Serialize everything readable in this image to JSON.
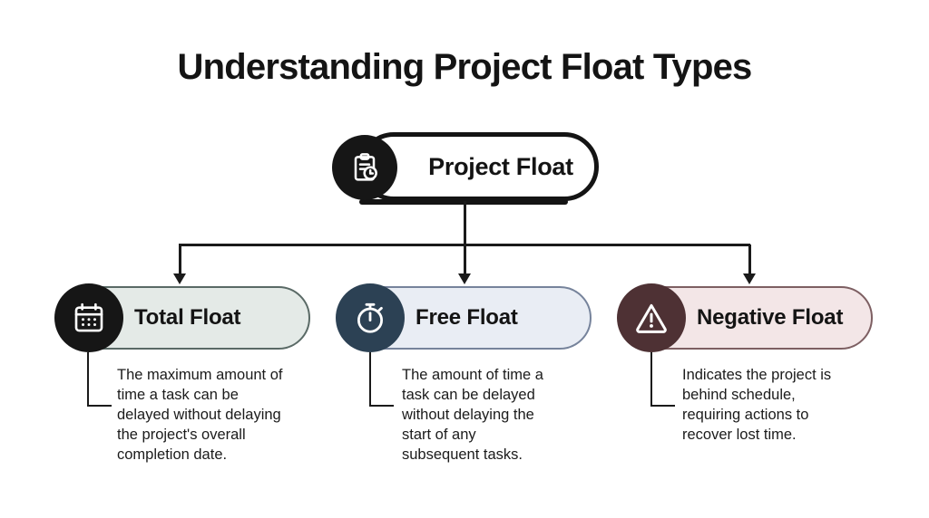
{
  "title": "Understanding Project Float Types",
  "root": {
    "label": "Project Float",
    "icon": "clipboard-clock-icon",
    "circle_color": "#161616",
    "pill_fill": "#ffffff",
    "pill_border": "#141414"
  },
  "branches": [
    {
      "label": "Total Float",
      "icon": "calendar-icon",
      "circle_color": "#161616",
      "pill_fill": "#e4eae7",
      "pill_border": "#5a6a66",
      "description": "The maximum amount of\ntime a task can be\ndelayed without delaying\nthe project's overall\ncompletion date."
    },
    {
      "label": "Free Float",
      "icon": "stopwatch-icon",
      "circle_color": "#2c4154",
      "pill_fill": "#e9edf4",
      "pill_border": "#76839b",
      "description": "The amount of time a\ntask can be delayed\nwithout delaying the\nstart of any\nsubsequent tasks."
    },
    {
      "label": "Negative Float",
      "icon": "warning-triangle-icon",
      "circle_color": "#4e3134",
      "pill_fill": "#f3e6e7",
      "pill_border": "#7d5f62",
      "description": "Indicates the project is\nbehind schedule,\nrequiring actions to\nrecover lost time."
    }
  ],
  "connector_color": "#1a1a1a"
}
